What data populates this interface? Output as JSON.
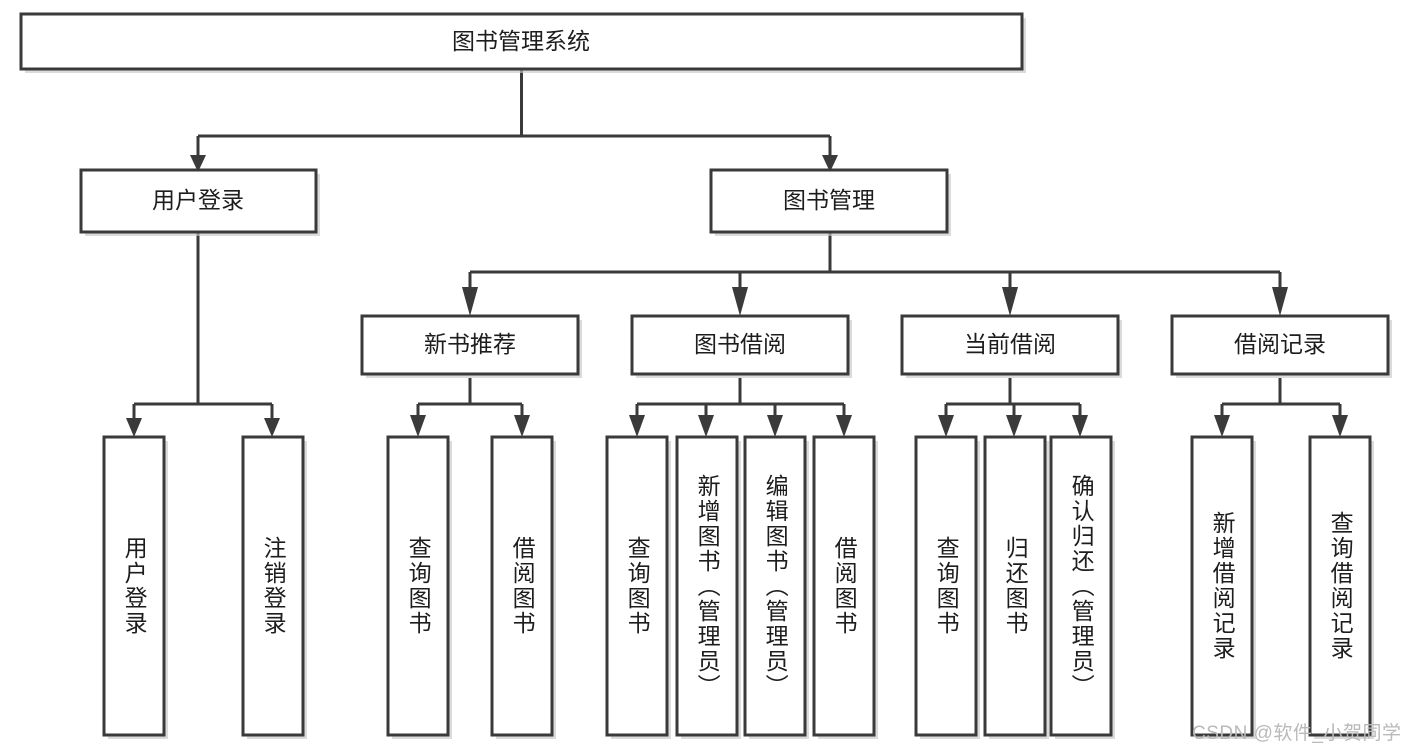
{
  "diagram": {
    "type": "tree-hierarchy",
    "title": "图书管理系统",
    "orientation": "top-down",
    "colors": {
      "box_stroke": "#3a3a3a",
      "box_fill": "#ffffff",
      "connector": "#3a3a3a",
      "text": "#1d1d1d",
      "watermark": "#b9b9b9",
      "background": "#ffffff"
    },
    "root": {
      "id": "root",
      "label": "图书管理系统",
      "orientation": "horizontal"
    },
    "level2": [
      {
        "id": "user-login",
        "label": "用户登录",
        "orientation": "horizontal"
      },
      {
        "id": "book-management",
        "label": "图书管理",
        "orientation": "horizontal"
      }
    ],
    "level3": [
      {
        "id": "new-book-recommend",
        "label": "新书推荐",
        "orientation": "horizontal",
        "parent": "book-management"
      },
      {
        "id": "book-borrow",
        "label": "图书借阅",
        "orientation": "horizontal",
        "parent": "book-management"
      },
      {
        "id": "current-borrow",
        "label": "当前借阅",
        "orientation": "horizontal",
        "parent": "book-management"
      },
      {
        "id": "borrow-record",
        "label": "借阅记录",
        "orientation": "horizontal",
        "parent": "book-management"
      }
    ],
    "leaves": [
      {
        "id": "leaf-user-login",
        "label": "用户登录",
        "orientation": "vertical",
        "parent": "user-login"
      },
      {
        "id": "leaf-logout-login",
        "label": "注销登录",
        "orientation": "vertical",
        "parent": "user-login"
      },
      {
        "id": "leaf-query-book-1",
        "label": "查询图书",
        "orientation": "vertical",
        "parent": "new-book-recommend"
      },
      {
        "id": "leaf-borrow-book-1",
        "label": "借阅图书",
        "orientation": "vertical",
        "parent": "new-book-recommend"
      },
      {
        "id": "leaf-query-book-2",
        "label": "查询图书",
        "orientation": "vertical",
        "parent": "book-borrow"
      },
      {
        "id": "leaf-add-book",
        "label": "新增图书（管理员）",
        "orientation": "vertical",
        "parent": "book-borrow"
      },
      {
        "id": "leaf-edit-book",
        "label": "编辑图书（管理员）",
        "orientation": "vertical",
        "parent": "book-borrow"
      },
      {
        "id": "leaf-borrow-book-2",
        "label": "借阅图书",
        "orientation": "vertical",
        "parent": "book-borrow"
      },
      {
        "id": "leaf-query-book-3",
        "label": "查询图书",
        "orientation": "vertical",
        "parent": "current-borrow"
      },
      {
        "id": "leaf-return-book",
        "label": "归还图书",
        "orientation": "vertical",
        "parent": "current-borrow"
      },
      {
        "id": "leaf-confirm-return",
        "label": "确认归还（管理员）",
        "orientation": "vertical",
        "parent": "current-borrow"
      },
      {
        "id": "leaf-add-record",
        "label": "新增借阅记录",
        "orientation": "vertical",
        "parent": "borrow-record"
      },
      {
        "id": "leaf-query-record",
        "label": "查询借阅记录",
        "orientation": "vertical",
        "parent": "borrow-record"
      }
    ]
  },
  "watermark": {
    "text": "CSDN @软件_小贺同学"
  }
}
